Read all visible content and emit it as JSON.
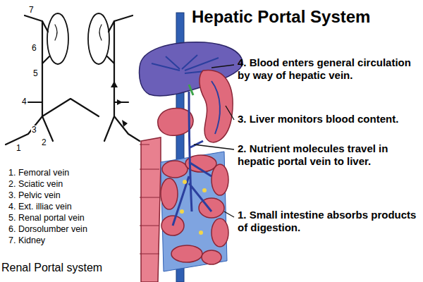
{
  "diagram": {
    "title": "Hepatic Portal System",
    "caption": "Renal Portal system",
    "labels": [
      "7",
      "6",
      "5",
      "4",
      "3",
      "2",
      "1",
      "1. Femoral vein",
      "2. Sciatic vein",
      "3. Pelvic vein",
      "4. Ext. illiac vein",
      "5. Renal portal vein",
      "6. Dorsolumber vein",
      "7. Kidney",
      "4. Blood enters general circulation by way of hepatic vein.",
      "3. Liver monitors blood content.",
      "2. Nutrient molecules travel in hepatic portal vein to liver.",
      "1. Small intestine absorbs products of digestion."
    ]
  }
}
